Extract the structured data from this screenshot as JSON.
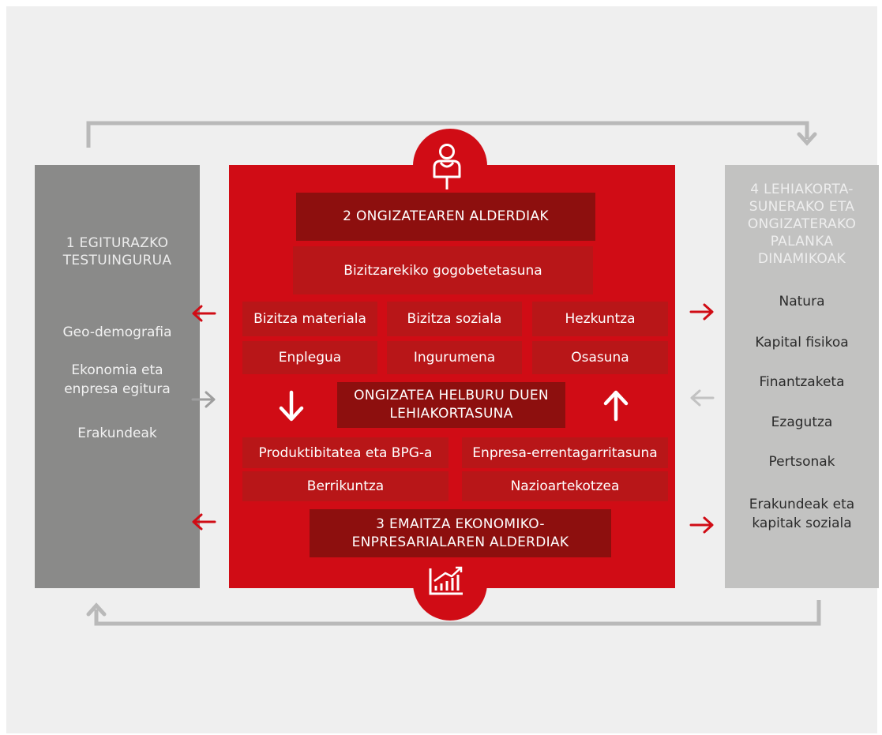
{
  "colors": {
    "background": "#efefef",
    "left_panel": "#8a8a89",
    "right_panel": "#c2c2c1",
    "center_panel": "#d00c15",
    "dark_box": "#8d0f0e",
    "cell": "#b81618",
    "connector": "#b9b9b9"
  },
  "left_panel": {
    "title": "1 EGITURAZKO\nTESTUINGURUA",
    "items": [
      "Geo-demografia",
      "Ekonomia eta\nenpresa egitura",
      "Erakundeak"
    ]
  },
  "center": {
    "top_icon": "person-icon",
    "bottom_icon": "bar-chart-icon",
    "wellbeing_title": "2 ONGIZATEAREN ALDERDIAK",
    "life_satisfaction": "Bizitzarekiko gogobetetasuna",
    "wellbeing_cells": [
      "Bizitza materiala",
      "Bizitza soziala",
      "Hezkuntza",
      "Enplegua",
      "Ingurumena",
      "Osasuna"
    ],
    "competitiveness_title": "ONGIZATEA HELBURU DUEN\nLEHIAKORTASUNA",
    "economic_cells": [
      "Produktibitatea eta BPG-a",
      "Enpresa-errentagarritasuna",
      "Berrikuntza",
      "Nazioartekotzea"
    ],
    "economic_title": "3 EMAITZA EKONOMIKO-\nENPRESARIALAREN ALDERDIAK"
  },
  "right_panel": {
    "title": "4 LEHIAKORTA-\nSUNERAKO ETA\nONGIZATERAKO\nPALANKA\nDINAMIKOAK",
    "items": [
      "Natura",
      "Kapital fisikoa",
      "Finantzaketa",
      "Ezagutza",
      "Pertsonak",
      "Erakundeak eta\nkapitak soziala"
    ]
  }
}
